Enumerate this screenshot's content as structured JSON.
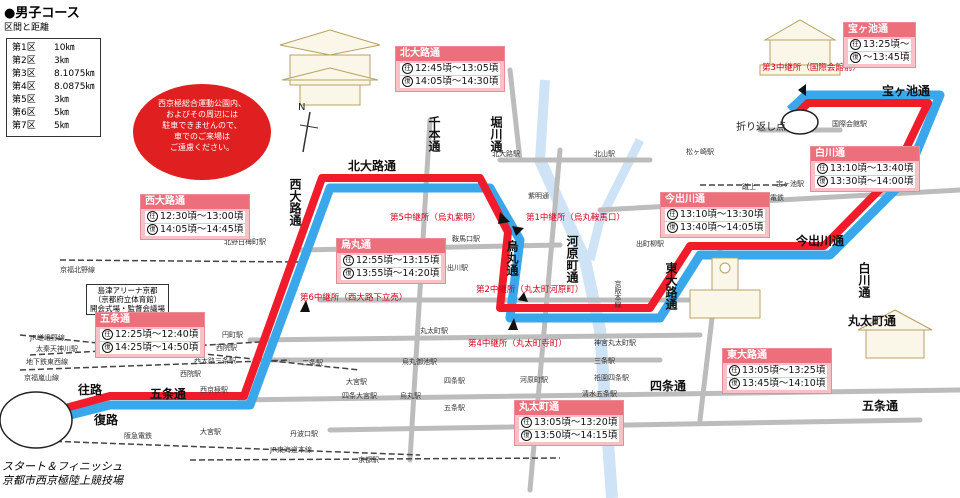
{
  "header": {
    "title": "●男子コース",
    "distance_heading": "区間と距離"
  },
  "legs": [
    {
      "name": "第1区",
      "distance": "10㎞"
    },
    {
      "name": "第2区",
      "distance": "3㎞"
    },
    {
      "name": "第3区",
      "distance": "8.1075㎞"
    },
    {
      "name": "第4区",
      "distance": "8.0875㎞"
    },
    {
      "name": "第5区",
      "distance": "3㎞"
    },
    {
      "name": "第6区",
      "distance": "5㎞"
    },
    {
      "name": "第7区",
      "distance": "5㎞"
    }
  ],
  "notice": [
    "西京極総合運動公園内、",
    "およびその周辺には",
    "駐車できませんので、",
    "車でのご来場は",
    "ご遠慮ください。"
  ],
  "outbound_mark": "往",
  "return_mark": "復",
  "time_boxes": {
    "kitaoji": {
      "title": "北大路通",
      "out": "12:45頃～13:05頃",
      "back": "14:05頃～14:30頃"
    },
    "takaragaike": {
      "title": "宝ヶ池通",
      "out": "13:25頃～",
      "back": "～13:45頃"
    },
    "nishioji": {
      "title": "西大路通",
      "out": "12:30頃～13:00頃",
      "back": "14:05頃～14:45頃"
    },
    "karasuma": {
      "title": "烏丸通",
      "out": "12:55頃～13:15頃",
      "back": "13:55頃～14:20頃"
    },
    "shirakawa": {
      "title": "白川通",
      "out": "13:10頃～13:40頃",
      "back": "13:30頃～14:00頃"
    },
    "imadegawa": {
      "title": "今出川通",
      "out": "13:10頃～13:30頃",
      "back": "13:40頃～14:05頃"
    },
    "gojo": {
      "title": "五条通",
      "out": "12:25頃～12:40頃",
      "back": "14:25頃～14:50頃"
    },
    "higashioji": {
      "title": "東大路通",
      "out": "13:05頃～13:25頃",
      "back": "13:45頃～14:10頃"
    },
    "marutamachi": {
      "title": "丸太町通",
      "out": "13:05頃～13:20頃",
      "back": "13:50頃～14:15頃"
    }
  },
  "roads": {
    "kitaoji": "北大路通",
    "nishioji": "西大路通",
    "senbon": "千本通",
    "horikawa": "堀川通",
    "karasuma": "烏丸通",
    "kawaramachi": "河原町通",
    "higashioji": "東大路通",
    "imadegawa": "今出川通",
    "shirakawa": "白川通",
    "marutamachi": "丸太町通",
    "shijo": "四条通",
    "gojo": "五条通",
    "takaragaike": "宝ヶ池通",
    "outbound": "往路",
    "return": "復路"
  },
  "relays": {
    "r1": "第1中継所（烏丸鞍馬口）",
    "r2": "第2中継所（丸太町河原町）",
    "r3": "第3中継所（国際会館前）",
    "r4": "第4中継所（丸太町寺町）",
    "r5": "第5中継所（烏丸紫明）",
    "r6": "第6中継所（西大路下立売）"
  },
  "turnaround": "折り返し点",
  "north": "N",
  "arena_note": [
    "島津アリーナ京都",
    "（京都府立体育館）",
    "開会式場・監督会議場"
  ],
  "start": [
    "スタート＆フィニッシュ",
    "京都市西京極陸上競技場"
  ],
  "stations": [
    "北大路駅",
    "紫明通",
    "鞍馬口駅",
    "今出川駅",
    "丸太町駅",
    "烏丸御池駅",
    "四条駅",
    "五条駅",
    "京都駅",
    "北山駅",
    "松ヶ崎駅",
    "国際会館駅",
    "蹴上",
    "出町柳駅",
    "京阪本線",
    "神宮丸太町駅",
    "三条駅",
    "祇園四条駅",
    "清水五条駅",
    "北野白梅町駅",
    "京福北野線",
    "円町駅",
    "二条駅",
    "JR嵯峨野線",
    "大宮駅",
    "西院駅",
    "太秦天神川駅",
    "地下鉄東西線",
    "京福嵐山線",
    "西大路三条駅",
    "四条大宮駅",
    "西院駅",
    "西京極駅",
    "阪急電鉄",
    "丹波口駅",
    "JR東海道本線",
    "烏丸駅",
    "叡山電鉄",
    "宝ヶ池駅",
    "大宮駅",
    "河原町駅"
  ],
  "colors": {
    "outbound": "#f01c2c",
    "return": "#39a7ea",
    "box_bg": "#f6c2c7",
    "box_header": "#ee6f7c"
  }
}
